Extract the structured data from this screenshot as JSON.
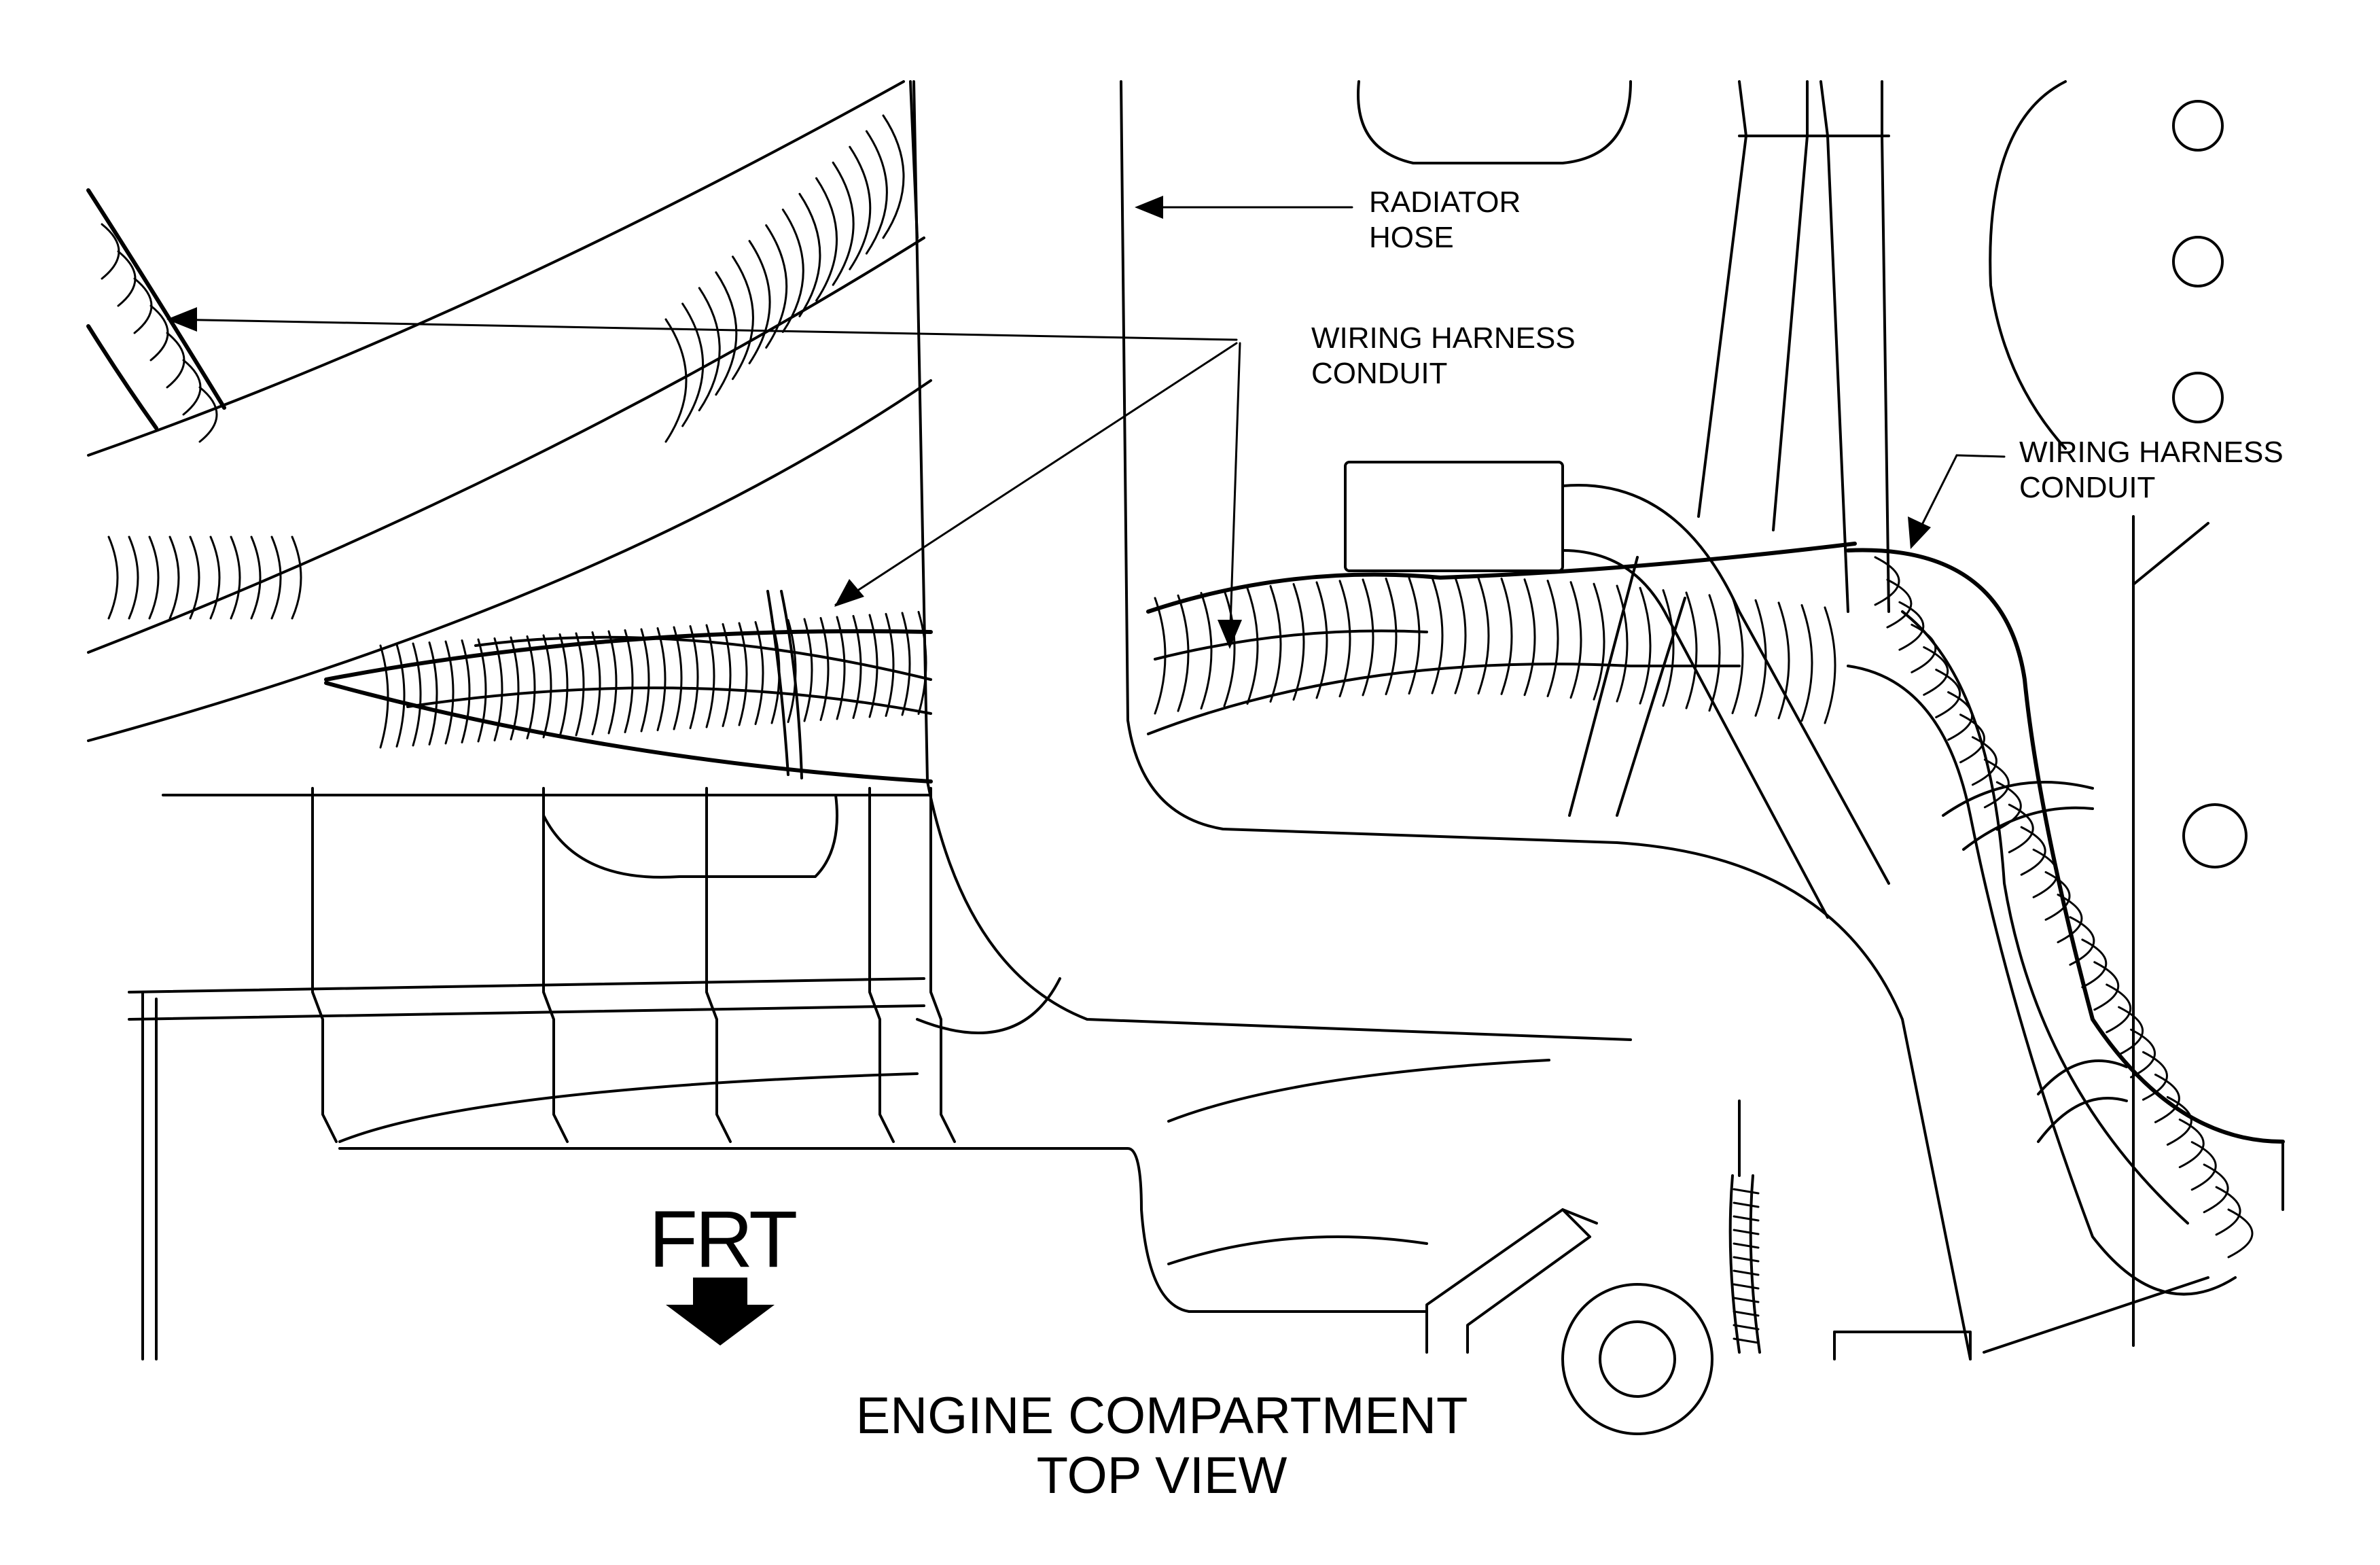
{
  "labels": {
    "radiator_hose": [
      "RADIATOR",
      "HOSE"
    ],
    "harness_left": [
      "WIRING HARNESS",
      "CONDUIT"
    ],
    "harness_right": [
      "WIRING HARNESS",
      "CONDUIT"
    ],
    "front": "FRT",
    "view_title": [
      "ENGINE COMPARTMENT",
      "TOP VIEW"
    ]
  },
  "colors": {
    "ink": "#000000",
    "paper": "#ffffff"
  },
  "icons": {
    "front_arrow": "arrow-down-icon"
  }
}
